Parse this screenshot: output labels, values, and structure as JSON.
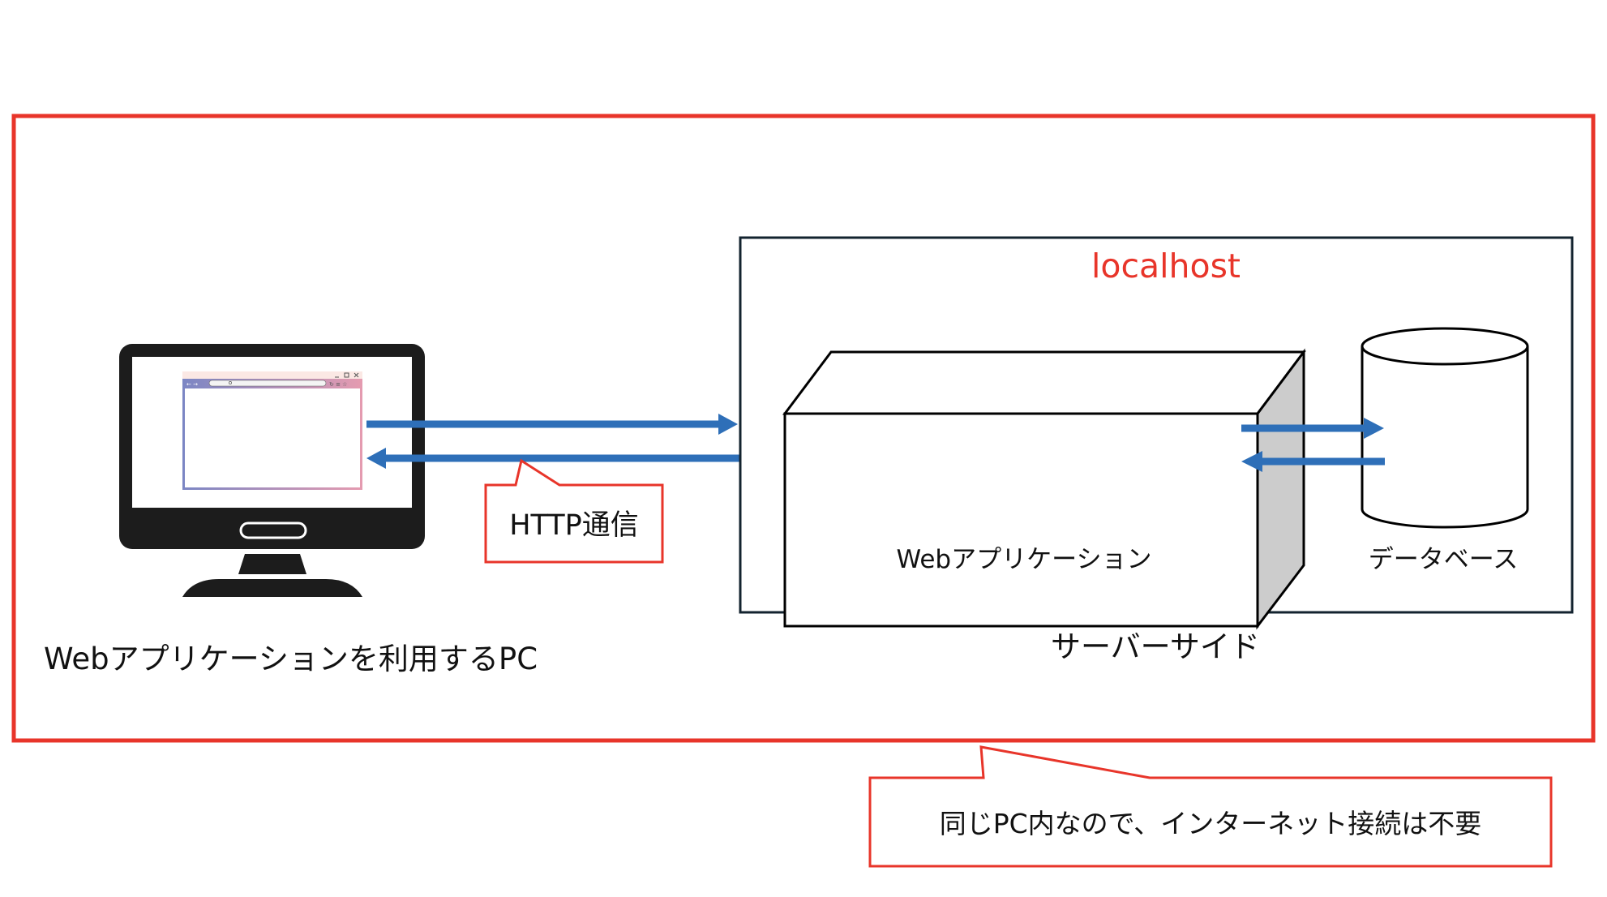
{
  "diagram": {
    "client": {
      "label": "Webアプリケーションを利用するPC",
      "icon": "desktop-monitor-with-browser-icon"
    },
    "communication": {
      "callout_label": "HTTP通信",
      "directions": [
        "request: PC → server",
        "response: server → PC"
      ]
    },
    "server_side": {
      "label": "サーバーサイド",
      "host_label": "localhost",
      "web_app_label": "Webアプリケーション",
      "database_label": "データベース",
      "app_db_directions": [
        "app → database",
        "database → app"
      ]
    },
    "note": {
      "callout_label": "同じPC内なので、インターネット接続は不要"
    }
  },
  "colors": {
    "accent_red": "#e8352a",
    "arrow_blue": "#2e6fb8",
    "frame_navy": "#13232f",
    "box_side_gray": "#cccccc"
  }
}
